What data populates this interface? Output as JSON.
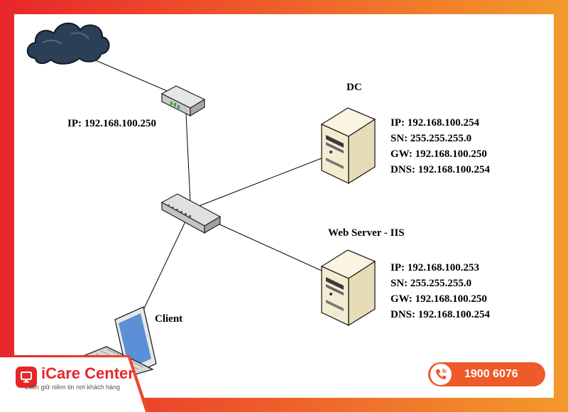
{
  "router": {
    "ip": "IP: 192.168.100.250"
  },
  "dc": {
    "title": "DC",
    "info": [
      "IP: 192.168.100.254",
      "SN: 255.255.255.0",
      "GW: 192.168.100.250",
      "DNS: 192.168.100.254"
    ]
  },
  "web": {
    "title": "Web Server - IIS",
    "info": [
      "IP: 192.168.100.253",
      "SN: 255.255.255.0",
      "GW: 192.168.100.250",
      "DNS: 192.168.100.254"
    ]
  },
  "client": {
    "label": "Client"
  },
  "brand": {
    "name": "iCare Center",
    "tagline": "Luôn giữ niềm tin nơi khách hàng"
  },
  "hotline": {
    "number": "1900 6076"
  },
  "colors": {
    "accent": "#e8262a",
    "accent2": "#f39a2c",
    "cloud": "#2b3f57",
    "server": "#f4ecd0"
  }
}
